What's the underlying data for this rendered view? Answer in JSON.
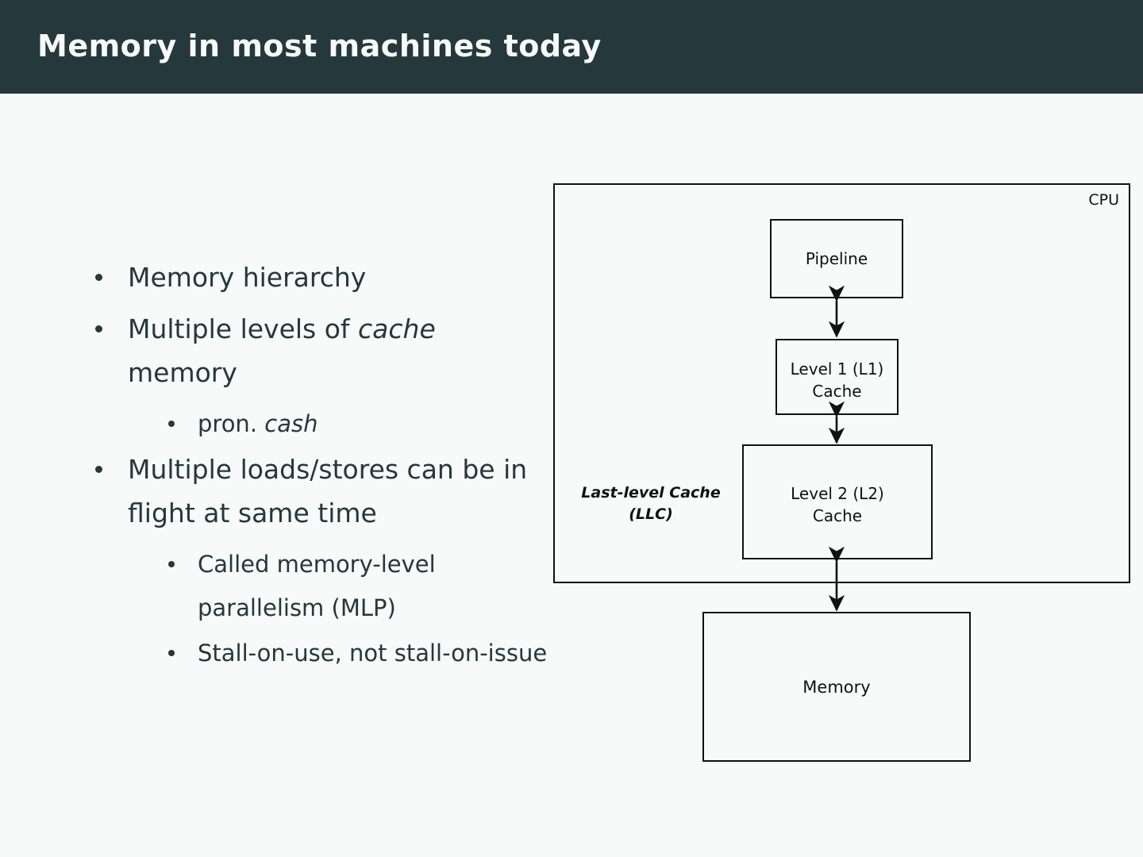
{
  "slide": {
    "title": "Memory in most machines today",
    "header_color": "#25383c",
    "background_color": "#f8f9f9",
    "text_color": "#25383c",
    "diagram_stroke_color": "#111111"
  },
  "bullets": [
    {
      "level": 1,
      "text_plain": "Memory hierarchy",
      "parts": [
        {
          "text": "Memory hierarchy",
          "style": "normal"
        }
      ]
    },
    {
      "level": 1,
      "text_plain": "Multiple levels of cache memory",
      "parts": [
        {
          "text": "Multiple levels of ",
          "style": "normal"
        },
        {
          "text": "cache",
          "style": "italic"
        },
        {
          "text": " memory",
          "style": "normal"
        }
      ]
    },
    {
      "level": 2,
      "text_plain": "pron. cash",
      "parts": [
        {
          "text": "pron. ",
          "style": "normal"
        },
        {
          "text": "cash",
          "style": "italic"
        }
      ]
    },
    {
      "level": 1,
      "text_plain": "Multiple loads/stores can be in flight at same time",
      "parts": [
        {
          "text": "Multiple loads/stores can be in flight at same time",
          "style": "normal"
        }
      ]
    },
    {
      "level": 2,
      "text_plain": "Called memory-level parallelism (MLP)",
      "parts": [
        {
          "text": "Called memory-level parallelism (MLP)",
          "style": "normal"
        }
      ]
    },
    {
      "level": 2,
      "text_plain": "Stall-on-use, not stall-on-issue",
      "parts": [
        {
          "text": "Stall-on-use, not stall-on-issue",
          "style": "normal"
        }
      ]
    }
  ],
  "diagram": {
    "cpu_label": "CPU",
    "pipeline_label": "Pipeline",
    "l1_label": "Level 1 (L1)\nCache",
    "l2_label": "Level 2 (L2)\nCache",
    "llc_label": "Last-level Cache\n(LLC)",
    "memory_label": "Memory",
    "connectors": [
      {
        "name": "pipeline-to-l1",
        "from": "Pipeline",
        "to": "Level 1 (L1) Cache",
        "style": "double-headed-arrow"
      },
      {
        "name": "l1-to-l2",
        "from": "Level 1 (L1) Cache",
        "to": "Level 2 (L2) Cache",
        "style": "double-headed-arrow"
      },
      {
        "name": "l2-to-memory",
        "from": "Level 2 (L2) Cache",
        "to": "Memory",
        "style": "double-headed-arrow"
      }
    ]
  }
}
